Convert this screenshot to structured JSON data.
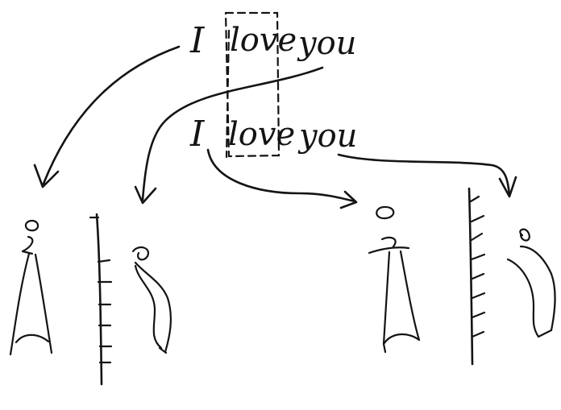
{
  "sentence_top": {
    "w1": "I",
    "w2": "love",
    "w3": "you"
  },
  "sentence_bottom": {
    "w1": "I",
    "w2": "love",
    "w3": "you"
  },
  "colors": {
    "ink": "#141414",
    "background": "#ffffff"
  }
}
